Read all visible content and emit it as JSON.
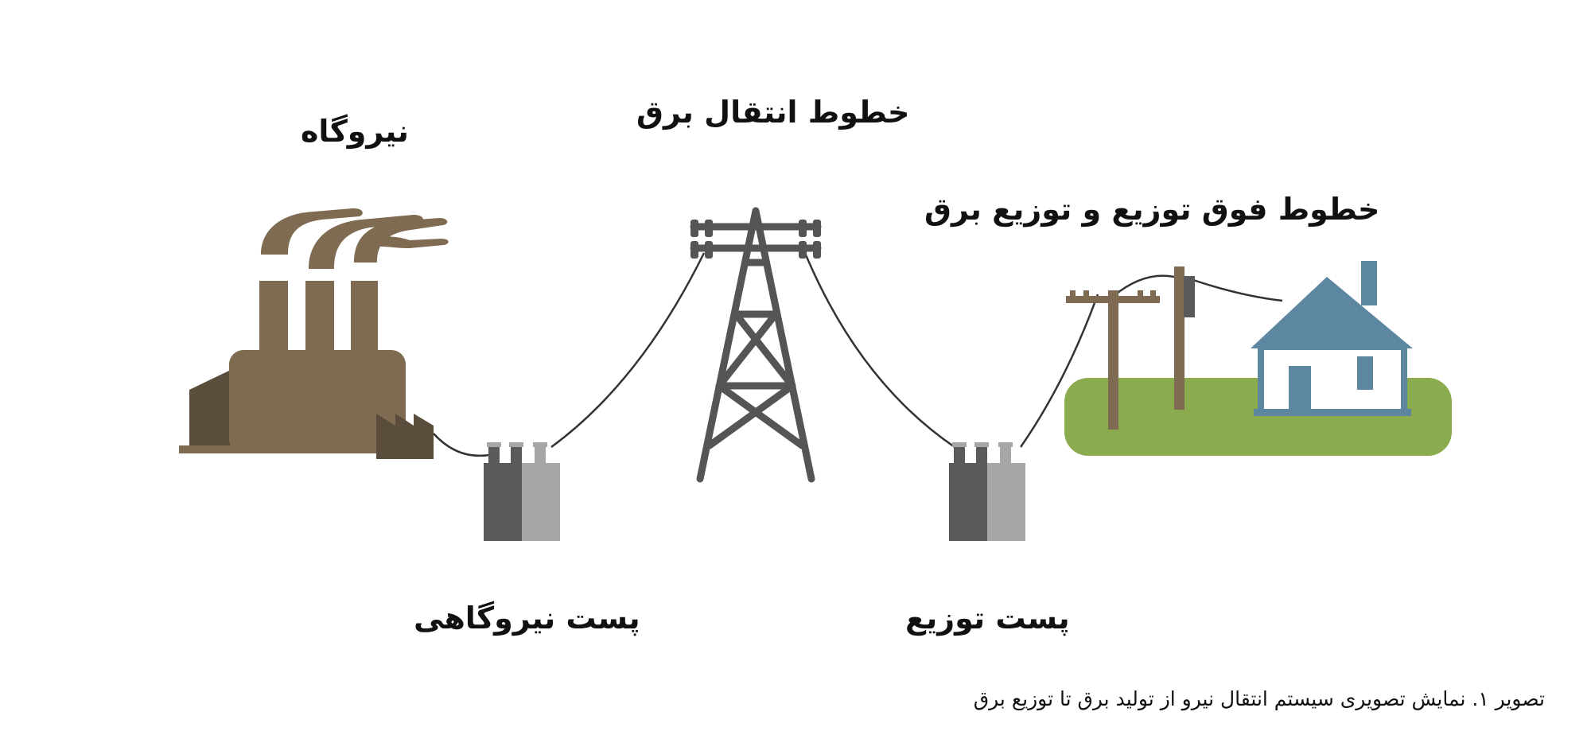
{
  "labels": {
    "power_plant": "نیروگاه",
    "transmission_lines": "خطوط انتقال برق",
    "distribution_lines": "خطوط فوق توزیع و توزیع برق",
    "plant_substation": "پست  نیروگاهی",
    "distribution_substation": "پست توزیع"
  },
  "caption": "تصویر ۱. نمایش تصویری سیستم انتقال نیرو از تولید برق تا توزیع برق",
  "colors": {
    "factory": "#7e6b52",
    "factory_dark": "#5a4d3b",
    "tower": "#555555",
    "transformer_dark": "#5a5a5c",
    "transformer_light": "#a6a6a8",
    "pole": "#7e6b52",
    "house": "#5d87a1",
    "grass": "#8aab4e",
    "wire": "#333333"
  },
  "icons": [
    "factory-icon",
    "transformer-icon",
    "transmission-tower-icon",
    "utility-pole-icon",
    "house-icon"
  ]
}
